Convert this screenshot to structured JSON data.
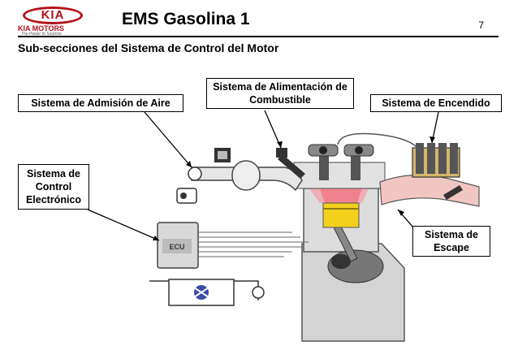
{
  "header": {
    "logo_text": "KIA",
    "logo_subtext": "KIA MOTORS",
    "logo_tagline": "The Power to Surprise",
    "title": "EMS Gasolina 1",
    "page_number": "7"
  },
  "subtitle": "Sub-secciones del Sistema de Control del Motor",
  "labels": {
    "admission": "Sistema de Admisión de Aire",
    "fuel": "Sistema de Alimentación de Combustible",
    "ignition": "Sistema de Encendido",
    "electronic_control": "Sistema de Control Electrónico",
    "exhaust": "Sistema de Escape"
  },
  "ecu_label": "ECU",
  "colors": {
    "brand": "#b5121b",
    "intake_pipe": "#e6e6e6",
    "exhaust_pipe": "#f1c6c2",
    "combustion": "#e8283a",
    "piston": "#f2d01c",
    "block": "#d9d9d9"
  }
}
